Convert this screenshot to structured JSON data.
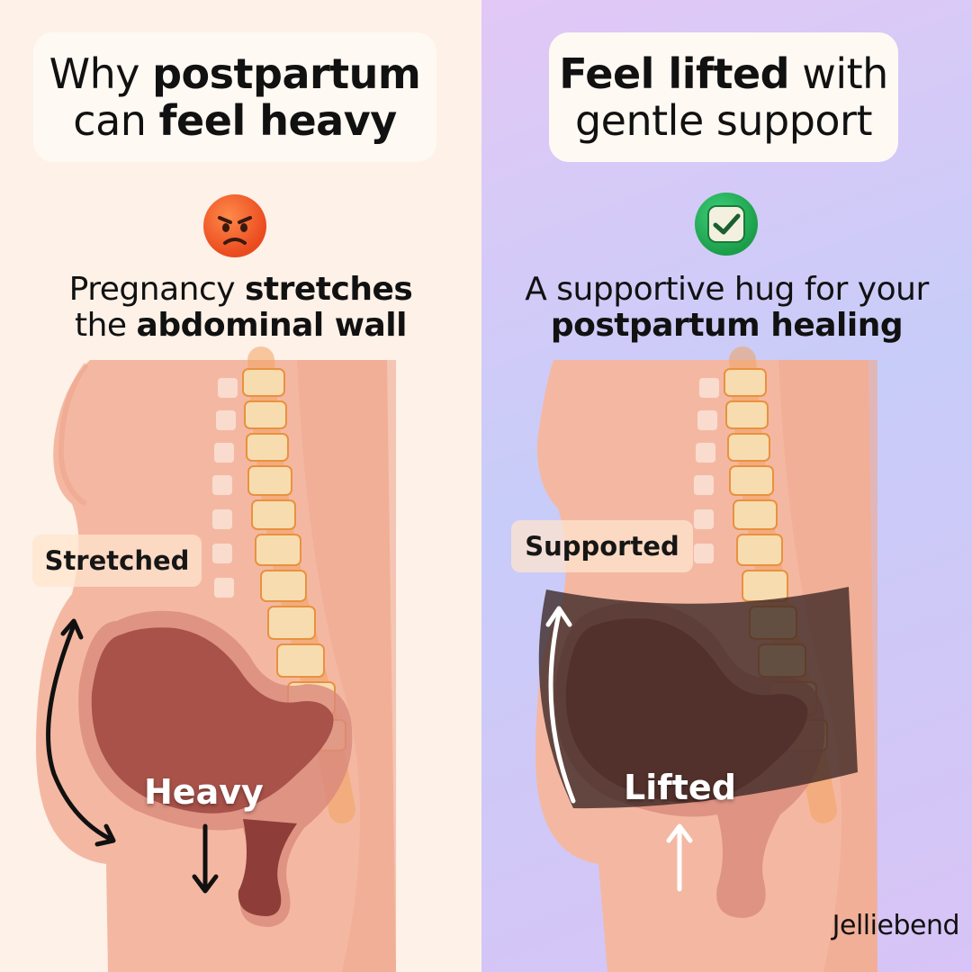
{
  "left": {
    "title": {
      "pre": "Why ",
      "bold1": "postpartum",
      "mid": "can ",
      "bold2": "feel heavy"
    },
    "emoji": "angry-face-icon",
    "subtitle": {
      "pre": "Pregnancy ",
      "bold1": "stretches",
      "mid": "the ",
      "bold2": "abdominal wall"
    },
    "tag": "Stretched",
    "label": "Heavy"
  },
  "right": {
    "title": {
      "bold1": "Feel lifted",
      "post": " with",
      "line2": "gentle support"
    },
    "emoji": "check-mark-icon",
    "subtitle": {
      "line1": "A supportive hug for your",
      "bold": "postpartum healing"
    },
    "tag": "Supported",
    "label": "Lifted"
  },
  "brand": "Jelliebend",
  "colors": {
    "left_bg": "#fdf1e8",
    "right_bg": "#cfc9f7",
    "skin": "#f4b8a2",
    "uterus": "#a8524a",
    "spine": "#f3a35e"
  }
}
